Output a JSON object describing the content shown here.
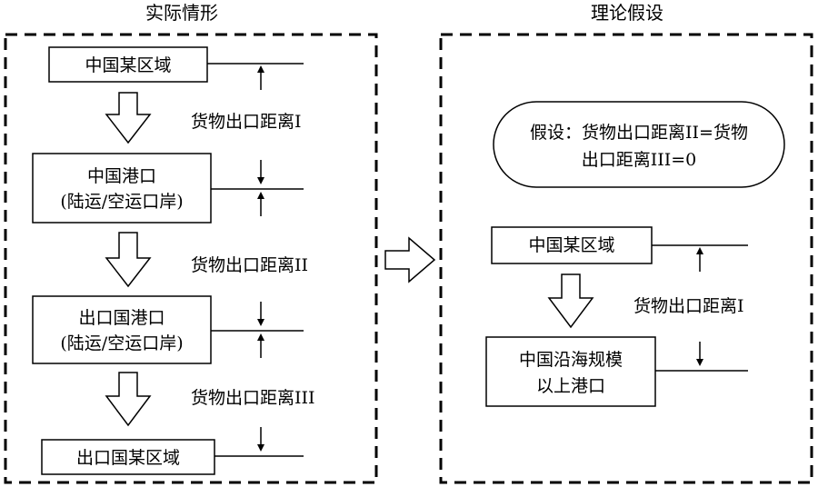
{
  "left_panel": {
    "title": "实际情形",
    "box_region": "中国某区域",
    "box_china_port": [
      "中国港口",
      "(陆运/空运口岸)"
    ],
    "box_export_port": [
      "出口国港口",
      "(陆运/空运口岸)"
    ],
    "box_export_region": "出口国某区域",
    "dist_1": "货物出口距离I",
    "dist_2": "货物出口距离II",
    "dist_3": "货物出口距离III"
  },
  "right_panel": {
    "title": "理论假设",
    "assumption": [
      "假设：货物出口距离II=货物",
      "出口距离III=0"
    ],
    "box_region": "中国某区域",
    "dist_1": "货物出口距离I",
    "box_coastal_port": [
      "中国沿海规模",
      "以上港口"
    ]
  },
  "colors": {
    "stroke": "#000000",
    "background": "#ffffff"
  }
}
